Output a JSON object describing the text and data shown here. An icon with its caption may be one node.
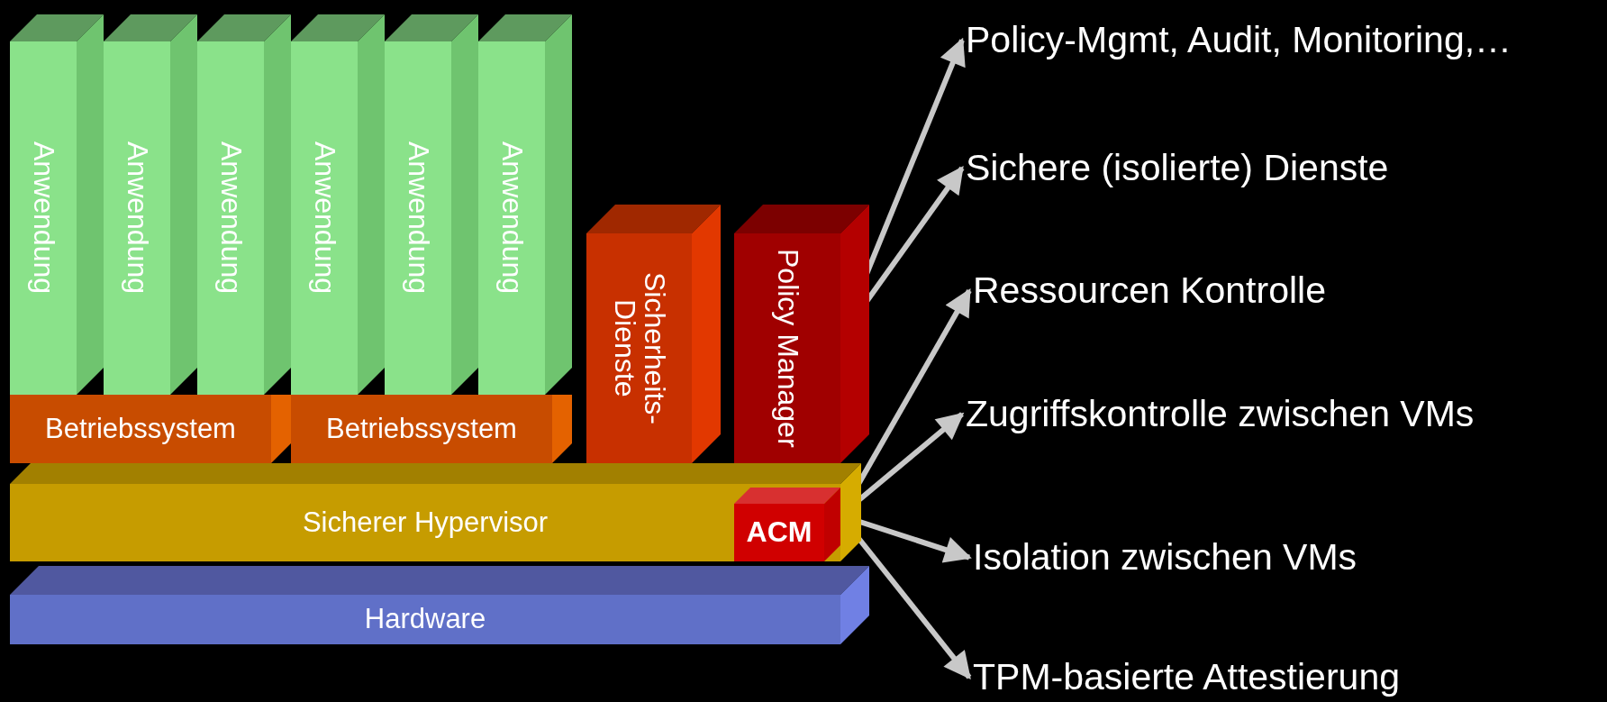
{
  "diagram": {
    "nodes": [
      {
        "text": [
          "Anwendung"
        ]
      },
      {
        "text": [
          "Anwendung"
        ]
      },
      {
        "text": [
          "Anwendung"
        ]
      },
      {
        "text": [
          "Anwendung"
        ]
      },
      {
        "text": [
          "Anwendung"
        ]
      },
      {
        "text": [
          "Anwendung"
        ]
      },
      {
        "text": [
          "Betriebssystem"
        ]
      },
      {
        "text": [
          "Betriebssystem"
        ]
      },
      {
        "text": [
          "Sicherheits-Dienste"
        ]
      },
      {
        "text": [
          "Policy Manager"
        ]
      },
      {
        "text": [
          "Sicherer Hypervisor"
        ]
      },
      {
        "text": [
          "ACM"
        ],
        "in": 10
      },
      {
        "text": [
          "Hardware"
        ]
      },
      {
        "text": [
          "Policy-Mgmt, Audit, Monitoring,…"
        ]
      },
      {
        "text": [
          "Sichere (isolierte) Dienste"
        ]
      },
      {
        "text": [
          "Ressourcen Kontrolle"
        ]
      },
      {
        "text": [
          "Zugriffskontrolle zwischen VMs"
        ]
      },
      {
        "text": [
          "Isolation zwischen VMs"
        ]
      },
      {
        "text": [
          "TPM-basierte Attestierung"
        ]
      }
    ],
    "edges": [
      {
        "from": 9,
        "to": 13,
        "arrow": "to"
      },
      {
        "from": 9,
        "to": 14,
        "arrow": "to"
      },
      {
        "from": 10,
        "to": 15,
        "arrow": "to"
      },
      {
        "from": 10,
        "to": 16,
        "arrow": "to"
      },
      {
        "from": 10,
        "to": 17,
        "arrow": "to"
      },
      {
        "from": 10,
        "to": 18,
        "arrow": "to"
      }
    ]
  }
}
